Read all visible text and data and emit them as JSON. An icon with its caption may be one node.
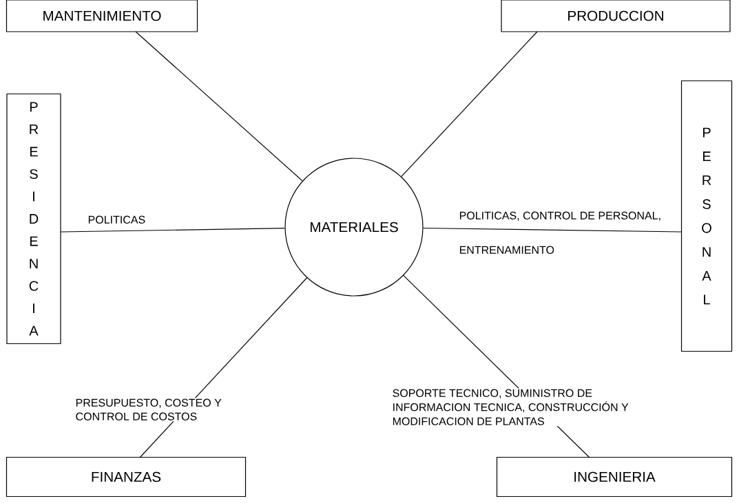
{
  "diagram": {
    "nodes": [
      {
        "text": [
          "MANTENIMIENTO"
        ]
      },
      {
        "text": [
          "PRODUCCION"
        ]
      },
      {
        "text": [
          "P R E S I D E N C I A"
        ]
      },
      {
        "text": [
          "MATERIALES"
        ]
      },
      {
        "text": [
          "P E R S O N A L"
        ]
      },
      {
        "text": [
          "FINANZAS"
        ]
      },
      {
        "text": [
          "INGENIERIA"
        ]
      }
    ],
    "edges": [
      {
        "from": 3,
        "to": 0,
        "arrow": "none"
      },
      {
        "from": 3,
        "to": 1,
        "arrow": "none"
      },
      {
        "from": 3,
        "to": 2,
        "arrow": "none",
        "label": "POLITICAS"
      },
      {
        "from": 3,
        "to": 4,
        "arrow": "none",
        "label": "POLITICAS, CONTROL DE PERSONAL, ENTRENAMIENTO"
      },
      {
        "from": 3,
        "to": 5,
        "arrow": "none",
        "label": "PRESUPUESTO, COSTEO Y CONTROL DE COSTOS"
      },
      {
        "from": 3,
        "to": 6,
        "arrow": "none",
        "label": "SOPORTE TECNICO, SUMINISTRO DE INFORMACION TECNICA, CONSTRUCCIÓN Y MODIFICACION DE PLANTAS"
      }
    ]
  }
}
